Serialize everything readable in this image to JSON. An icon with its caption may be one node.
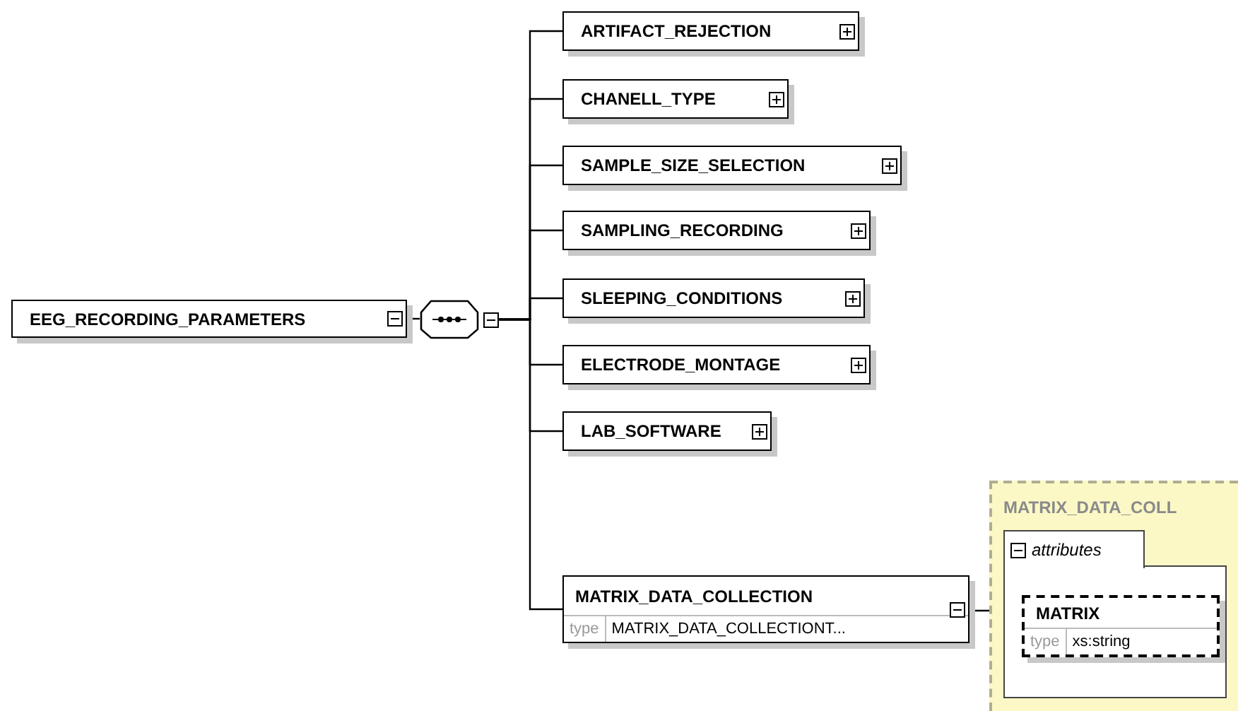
{
  "diagram": {
    "nodes": [
      {
        "text": [
          "EEG_RECORDING_PARAMETERS"
        ]
      },
      {
        "text": [],
        "shape": "octagon"
      },
      {
        "text": [
          "ARTIFACT_REJECTION"
        ]
      },
      {
        "text": [
          "CHANELL_TYPE"
        ]
      },
      {
        "text": [
          "SAMPLE_SIZE_SELECTION"
        ]
      },
      {
        "text": [
          "SAMPLING_RECORDING"
        ]
      },
      {
        "text": [
          "SLEEPING_CONDITIONS"
        ]
      },
      {
        "text": [
          "ELECTRODE_MONTAGE"
        ]
      },
      {
        "text": [
          "LAB_SOFTWARE"
        ]
      },
      {
        "text": [
          "MATRIX_DATA_COLLECTION",
          "type",
          "MATRIX_DATA_COLLECTIONT..."
        ]
      },
      {
        "text": [
          "MATRIX_DATA_COLL"
        ]
      },
      {
        "text": [
          "attributes"
        ],
        "in": 10
      },
      {
        "text": [
          "MATRIX",
          "type",
          "xs:string"
        ],
        "in": 11
      }
    ],
    "edges": [
      {
        "from": 0,
        "to": 1,
        "arrow": "none"
      },
      {
        "from": 1,
        "to": 2,
        "arrow": "none"
      },
      {
        "from": 1,
        "to": 3,
        "arrow": "none"
      },
      {
        "from": 1,
        "to": 4,
        "arrow": "none"
      },
      {
        "from": 1,
        "to": 5,
        "arrow": "none"
      },
      {
        "from": 1,
        "to": 6,
        "arrow": "none"
      },
      {
        "from": 1,
        "to": 7,
        "arrow": "none"
      },
      {
        "from": 1,
        "to": 8,
        "arrow": "none"
      },
      {
        "from": 1,
        "to": 9,
        "arrow": "none"
      },
      {
        "from": 9,
        "to": 11,
        "arrow": "none"
      }
    ]
  }
}
